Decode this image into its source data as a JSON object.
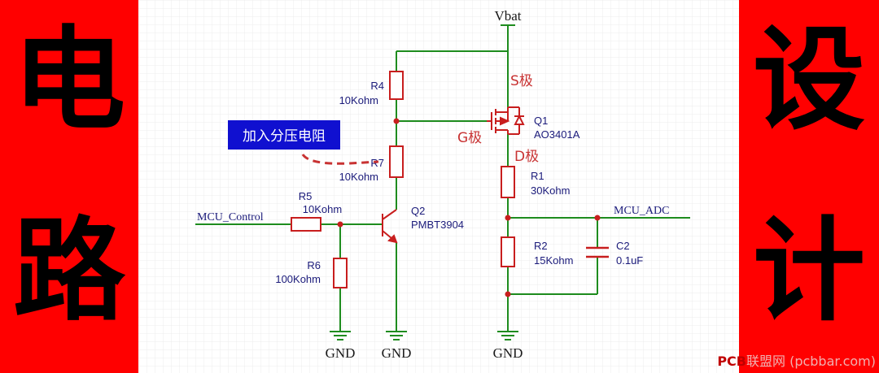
{
  "left_chars": [
    "电",
    "路"
  ],
  "right_chars": [
    "设",
    "计"
  ],
  "colors": {
    "panel": "#ff0000",
    "wire": "#1e8c1e",
    "component": "#c81e1e",
    "label": "#1a1a7a",
    "annotation": "#c83232",
    "callout_bg": "#1010d0"
  },
  "schematic": {
    "supply": "Vbat",
    "grounds": [
      "GND",
      "GND",
      "GND"
    ],
    "nets": {
      "mcu_control": "MCU_Control",
      "mcu_adc": "MCU_ADC"
    },
    "callout": "加入分压电阻",
    "mosfet": {
      "ref": "Q1",
      "part": "AO3401A",
      "s_pin": "S极",
      "g_pin": "G极",
      "d_pin": "D极"
    },
    "bjt": {
      "ref": "Q2",
      "part": "PMBT3904"
    },
    "components": [
      {
        "ref": "R4",
        "value": "10Kohm"
      },
      {
        "ref": "R7",
        "value": "10Kohm"
      },
      {
        "ref": "R5",
        "value": "10Kohm"
      },
      {
        "ref": "R6",
        "value": "100Kohm"
      },
      {
        "ref": "R1",
        "value": "30Kohm"
      },
      {
        "ref": "R2",
        "value": "15Kohm"
      },
      {
        "ref": "C2",
        "value": "0.1uF"
      }
    ]
  },
  "watermark": {
    "brand": "PCB",
    "rest": "联盟网 (pcbbar.com)"
  }
}
